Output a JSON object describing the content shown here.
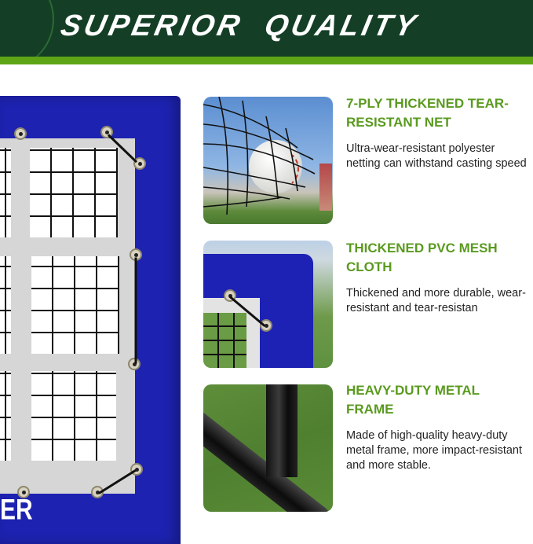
{
  "banner": {
    "title": "SUPERIOR  QUALITY",
    "bg_color": "#143f26",
    "stripe_color": "#5da515"
  },
  "product_panel": {
    "logo_fragment": "ER",
    "panel_color": "#1d22b0"
  },
  "features": [
    {
      "title": "7-PLY THICKENED TEAR-RESISTANT NET",
      "description": "Ultra-wear-resistant polyester netting can withstand casting speed",
      "photo": "baseball-in-net-photo"
    },
    {
      "title": "THICKENED PVC MESH CLOTH",
      "description": "Thickened and more durable, wear-resistant and tear-resistan",
      "photo": "pvc-mesh-corner-photo"
    },
    {
      "title": "HEAVY-DUTY METAL FRAME",
      "description": "Made of high-quality heavy-duty metal frame, more impact-resistant and more stable.",
      "photo": "metal-frame-photo"
    }
  ],
  "colors": {
    "accent_green": "#5a9a1f",
    "text_dark": "#222222"
  }
}
